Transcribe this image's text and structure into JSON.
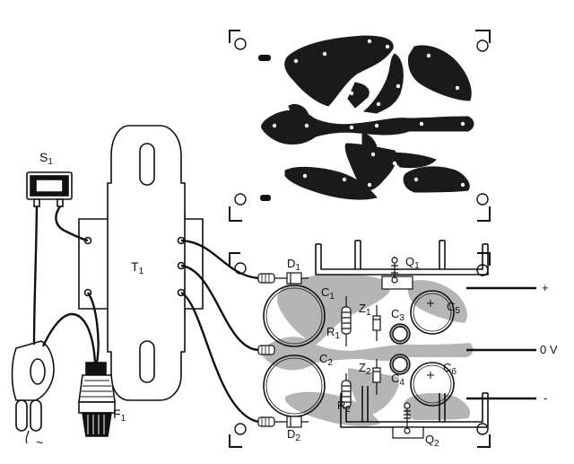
{
  "labels": {
    "s1": {
      "main": "S",
      "sub": "1"
    },
    "t1": {
      "main": "T",
      "sub": "1"
    },
    "f1": {
      "main": "F",
      "sub": "1"
    },
    "d1": {
      "main": "D",
      "sub": "1"
    },
    "d2": {
      "main": "D",
      "sub": "2"
    },
    "q1": {
      "main": "Q",
      "sub": "1"
    },
    "q2": {
      "main": "Q",
      "sub": "2"
    },
    "c1": {
      "main": "C",
      "sub": "1"
    },
    "c2": {
      "main": "C",
      "sub": "2"
    },
    "c3": {
      "main": "C",
      "sub": "3"
    },
    "c4": {
      "main": "C",
      "sub": "4"
    },
    "c5": {
      "main": "C",
      "sub": "5"
    },
    "c6": {
      "main": "C",
      "sub": "6"
    },
    "r1": {
      "main": "R",
      "sub": "1"
    },
    "r2": {
      "main": "R",
      "sub": "2"
    },
    "z1": {
      "main": "Z",
      "sub": "1"
    },
    "z2": {
      "main": "Z",
      "sub": "2"
    }
  },
  "terminals": {
    "plus": "+",
    "zero": "0 V",
    "minus": "-",
    "ac": "~"
  },
  "colors": {
    "ink": "#111111",
    "copper": "#1a1a1a",
    "shade": "#a9a9a9",
    "paper": "#ffffff"
  }
}
